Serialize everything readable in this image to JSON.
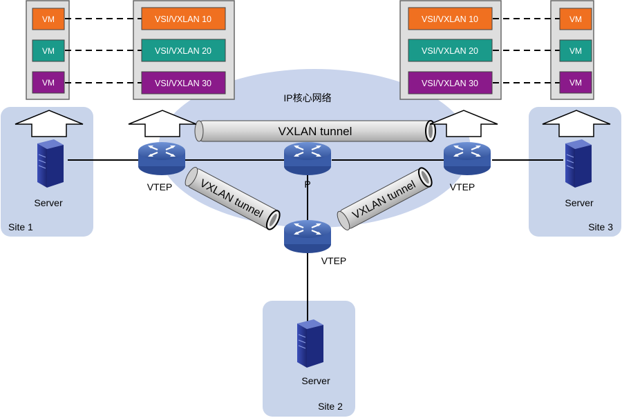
{
  "core": {
    "label": "IP核心网络"
  },
  "sites": [
    {
      "label": "Site 1"
    },
    {
      "label": "Site 2"
    },
    {
      "label": "Site 3"
    }
  ],
  "servers": {
    "label": "Server"
  },
  "devices": {
    "vtep_label": "VTEP",
    "p_label": "P"
  },
  "tunnels": {
    "label": "VXLAN tunnel"
  },
  "vm_label": "VM",
  "vsi": [
    {
      "label": "VSI/VXLAN 10",
      "color": "#f07020"
    },
    {
      "label": "VSI/VXLAN 20",
      "color": "#1a9a8a"
    },
    {
      "label": "VSI/VXLAN 30",
      "color": "#8a1a8a"
    }
  ],
  "colors": {
    "site_fill": "#c8d4ea",
    "core_fill": "#c9d4ec",
    "panel_fill": "#dedede",
    "router": "#4a6fb8",
    "server": "#283a9a"
  }
}
